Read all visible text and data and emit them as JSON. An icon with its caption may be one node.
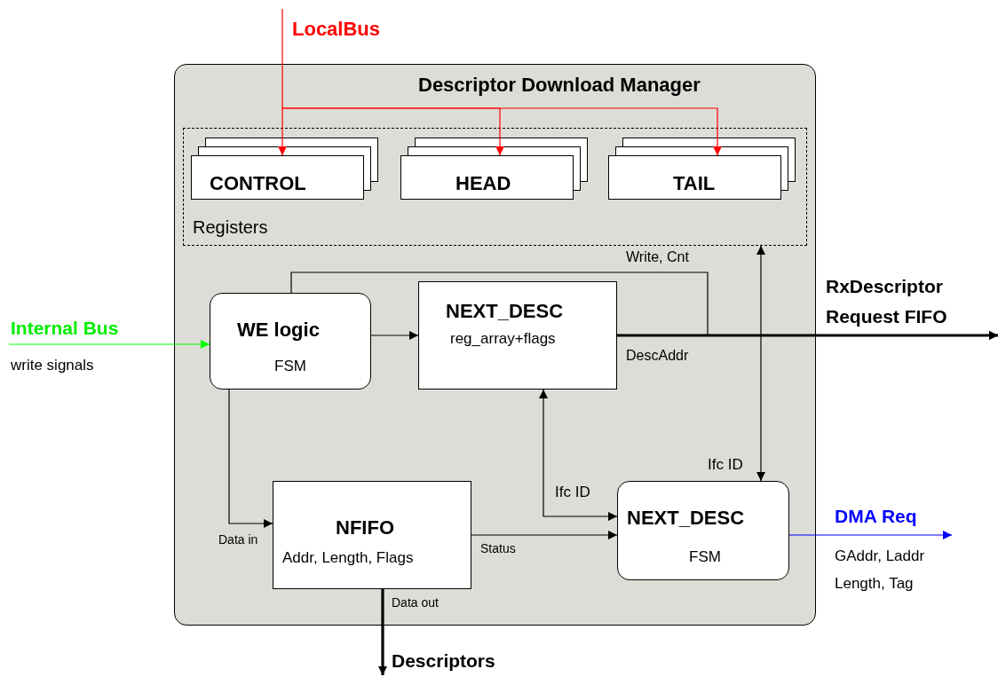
{
  "diagram": {
    "nodes": [
      {
        "text": [
          "Descriptor Download Manager"
        ]
      },
      {
        "text": [
          "Registers"
        ],
        "in": 0
      },
      {
        "text": [
          "CONTROL"
        ],
        "in": 1
      },
      {
        "text": [
          "HEAD"
        ],
        "in": 1
      },
      {
        "text": [
          "TAIL"
        ],
        "in": 1
      },
      {
        "text": [
          "WE logic",
          "FSM"
        ],
        "in": 0
      },
      {
        "text": [
          "NEXT_DESC",
          "reg_array+flags"
        ],
        "in": 0
      },
      {
        "text": [
          "NFIFO",
          "Addr, Length, Flags"
        ],
        "in": 0
      },
      {
        "text": [
          "NEXT_DESC",
          "FSM"
        ],
        "in": 0
      },
      {
        "text": [
          "Descriptors"
        ]
      }
    ],
    "edges": [
      {
        "from": null,
        "to": 2,
        "arrow": "to",
        "color": "#ff0000"
      },
      {
        "from": null,
        "to": 3,
        "arrow": "to",
        "color": "#ff0000"
      },
      {
        "from": null,
        "to": 4,
        "arrow": "to",
        "color": "#ff0000"
      },
      {
        "from": null,
        "to": 5,
        "arrow": "to",
        "color": "#00ff00"
      },
      {
        "from": 5,
        "to": 6,
        "arrow": "to"
      },
      {
        "from": 5,
        "to": null,
        "arrow": "to",
        "label": "Write, Cnt"
      },
      {
        "from": 6,
        "to": null,
        "arrow": "to",
        "label": "DescAddr",
        "style": "thick"
      },
      {
        "from": 1,
        "to": 8,
        "arrow": "both",
        "label": "Ifc ID"
      },
      {
        "from": 6,
        "to": 8,
        "arrow": "both",
        "label": "Ifc ID"
      },
      {
        "from": 5,
        "to": 7,
        "arrow": "to",
        "label": "Data in"
      },
      {
        "from": 7,
        "to": 8,
        "arrow": "to",
        "label": "Status"
      },
      {
        "from": 8,
        "to": null,
        "arrow": "to",
        "color": "#0000ff"
      },
      {
        "from": 7,
        "to": 9,
        "arrow": "to",
        "label": "Data out",
        "style": "thick"
      }
    ],
    "labels": [
      "LocalBus",
      "RxDescriptor Request FIFO",
      "Internal Bus",
      "write signals",
      "DMA Req",
      "GAddr, Laddr",
      "Length, Tag"
    ]
  }
}
